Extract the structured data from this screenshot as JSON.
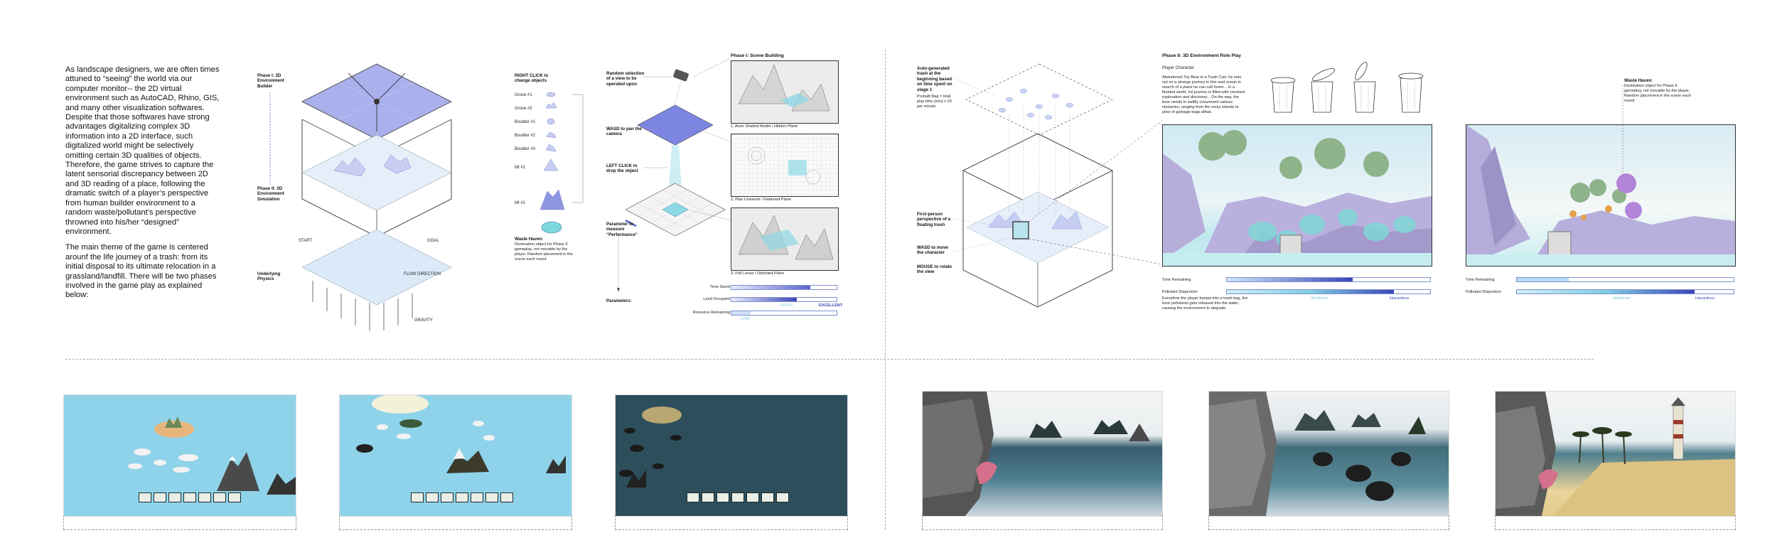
{
  "intro": {
    "p1": "As landscape designers, we are often times attuned to “seeing” the world via our computer monitor-- the 2D virtual environment such as AutoCAD, Rhino, GIS, and many other visualization softwares. Despite that those softwares have strong advantages digitalizing complex 3D information into a 2D interface, such digitalized world might be selectively omitting certain 3D qualities of objects. Therefore, the game strives to capture the latent sensorial discrepancy between 2D and 3D reading of a place, following the dramatic switch of a player’s perspective from human builder environment to a random waste/pollutant’s perspective throwned into his/her “designed” environment.",
    "p2": "The main theme of the game is centered arounf the life journey of a trash: from its initial disposal to its ultimate relocation in a grassland/landfill. There will be two phases involved in the game play as explained below:"
  },
  "phase_diagram": {
    "phase1": "Phase I: 2D Environment Builder",
    "phase2": "Phase II: 3D Environment Simulation",
    "start": "START",
    "goal": "GOAL",
    "underlying": "Underlying Physics",
    "flow": "FLOW DIRECTION",
    "gravity": "GRAVITY"
  },
  "objects": {
    "header": "RIGHT CLICK to change objects",
    "items": [
      "Grove #1",
      "Grove #2",
      "Boulder #1",
      "Boulder #2",
      "Boulder #3",
      "Mt #1",
      "Mt #2"
    ],
    "waste_haven_title": "Waste Haven:",
    "waste_haven_desc": "Destination object for Phase II gameplay, not movable by the player. Random placement in the scene each round"
  },
  "camera": {
    "random_view": "Random selection of a view to be operated upon",
    "wasd_pan": "WASD to pan the camera",
    "left_click": "LEFT CLICK to drop the object",
    "param_measure": "Parameter to measure “Performance”",
    "parameters": "Parameters:"
  },
  "scene_building": {
    "header": "Phase I: Scene Building",
    "cap1": "1. Axon Shaded Model / Hidden Plane",
    "cap2": "2. Plan Linework / Flattened Plane",
    "cap3": "3. Pull Lense / Distorted Plane",
    "time_spent": "Time Spent",
    "land_occupied": "Land Occupied",
    "resource_remaining": "Resource Remaining",
    "good": "GOOD",
    "excellent": "EXCELLENT",
    "low": "LOW"
  },
  "phase2": {
    "auto_trash": "Auto-generated trash at the beginning based on time spent on stage 1",
    "formula": "Prebuilt Bag = total play time (min) x 20 per minute",
    "first_person": "First-person perspective of a floating trash",
    "wasd_move": "WASD to move the character",
    "mouse_rotate": "MOUSE to rotate the view",
    "header": "Phase II: 3D Environment Role Play",
    "player_character": "Player Character",
    "story": "Abandoned Toy Bear in a Trash Can: he sets out on a strange journey in this vast ocean in search of a place he can call home... In a flooded world, his journey is filled with constant exploration and discovery... On the way, the bear needs to swiftly circumvent various obstacles, ranging from the rocky islands to piles of garbage bags afloat.",
    "time_remaining": "Time Remaining",
    "pollutant": "Pollutant Dispersion",
    "moderate": "Moderate",
    "hazardous": "Hazardous",
    "damage_note": "Everytime the player bumps into a trash bag, the toxic pollutants gets released into the water, causing the environment to degrade.",
    "time_remaining2": "Time Remaining",
    "pollutant2": "Pollutant Dispersion",
    "moderate2": "Moderate",
    "hazardous2": "Hazardous",
    "waste_haven_title": "Waste Haven:",
    "waste_haven_desc": "Destination object for Phase II gameplay, not movable by the player. Random placement in the scene each round"
  },
  "progress": {
    "time_spent": 0.75,
    "land_occupied": 0.62,
    "resource_remaining": 0.18,
    "time_remaining_1": 0.62,
    "pollutant_1": 0.82,
    "time_remaining_2": 0.24,
    "pollutant_2": 0.82
  },
  "colors": {
    "accent": "#5a63c9",
    "light": "#b9c4ef",
    "sky": "#8fcfe8",
    "ocean_dark": "#2d4f5c"
  }
}
